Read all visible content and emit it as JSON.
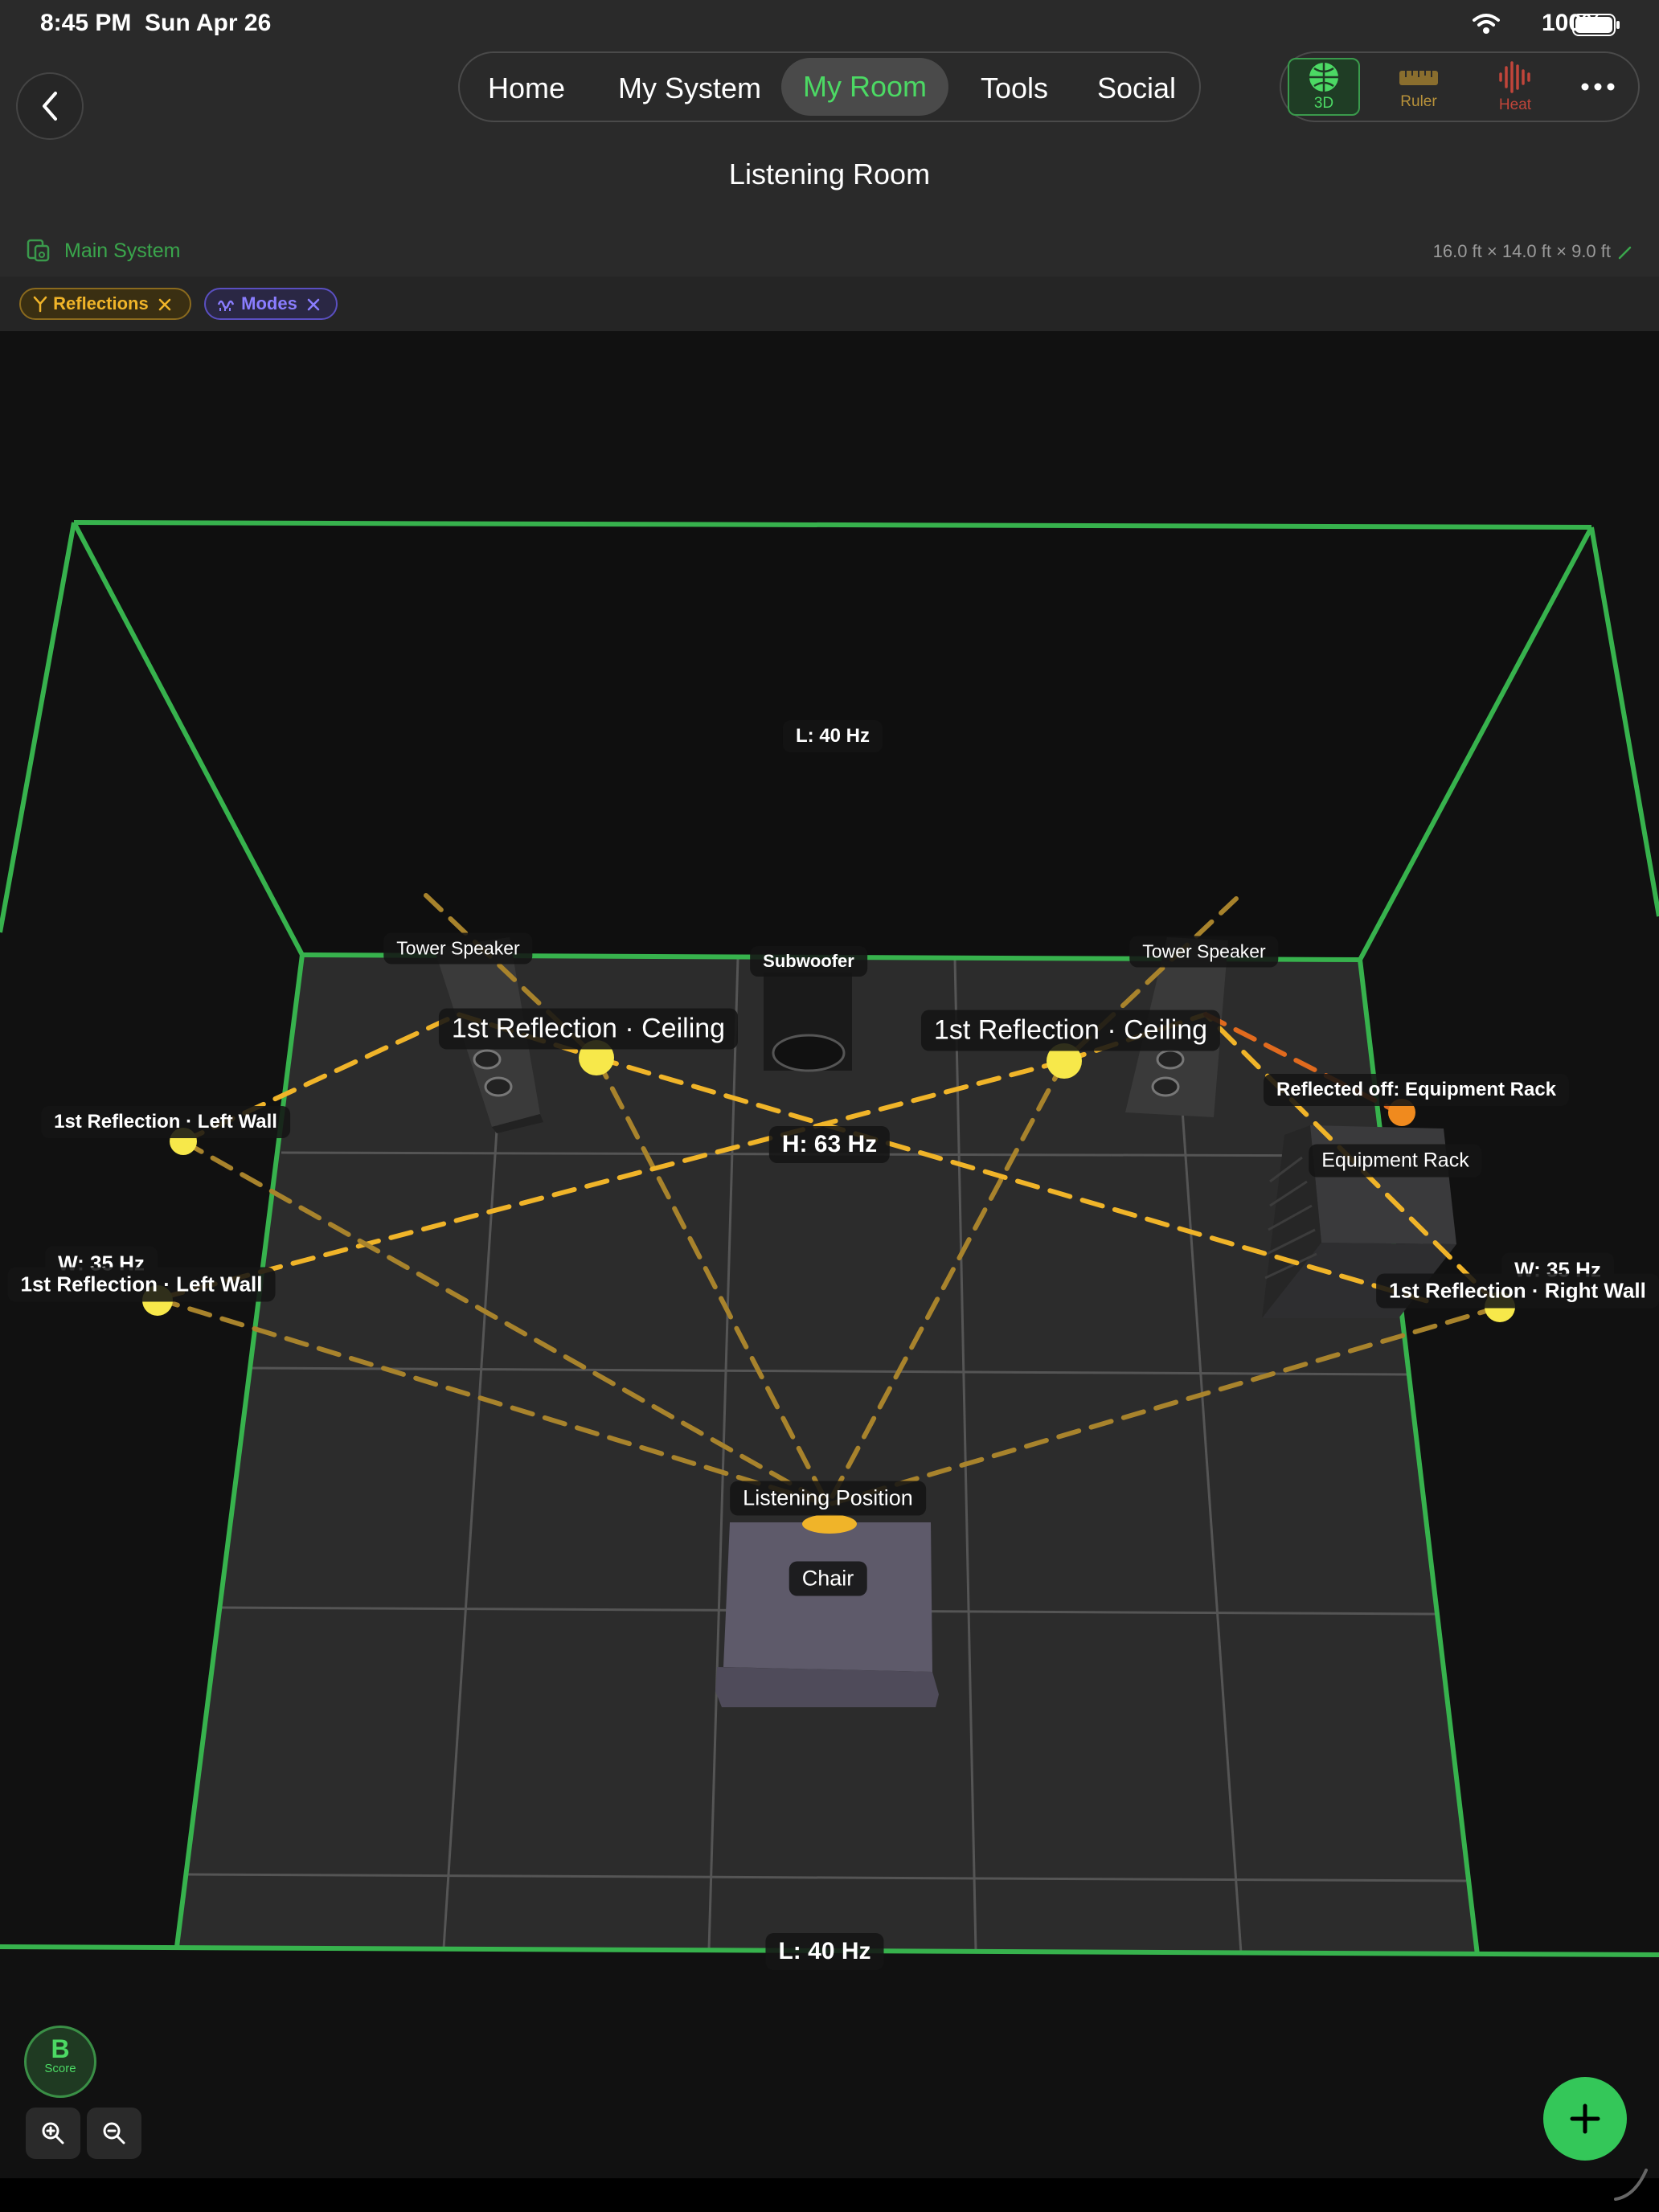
{
  "status_bar": {
    "time": "8:45 PM",
    "date": "Sun Apr 26",
    "battery": "100%"
  },
  "nav": {
    "tabs": [
      {
        "label": "Home",
        "active": false
      },
      {
        "label": "My System",
        "active": false
      },
      {
        "label": "My Room",
        "active": true
      },
      {
        "label": "Tools",
        "active": false
      },
      {
        "label": "Social",
        "active": false
      }
    ]
  },
  "tools": [
    {
      "label": "3D",
      "icon": "globe-icon",
      "color": "#4cd964",
      "active": true
    },
    {
      "label": "Ruler",
      "icon": "ruler-icon",
      "color": "#b8923a",
      "active": false
    },
    {
      "label": "Heat",
      "icon": "waveform-icon",
      "color": "#c0453a",
      "active": false
    }
  ],
  "page_title": "Listening Room",
  "system": {
    "name": "Main System",
    "dimensions": "16.0 ft × 14.0 ft × 9.0 ft"
  },
  "filters": [
    {
      "label": "Reflections",
      "color": "#f0b429",
      "icon": "reflection-icon"
    },
    {
      "label": "Modes",
      "color": "#8a7dff",
      "icon": "modes-icon"
    }
  ],
  "scene": {
    "mode_labels": {
      "top": "L: 40 Hz",
      "height": "H: 63 Hz",
      "bottom": "L: 40 Hz",
      "width_left": "W: 35 Hz",
      "width_right": "W: 35 Hz"
    },
    "objects": {
      "tower_left": "Tower Speaker",
      "tower_right": "Tower Speaker",
      "subwoofer": "Subwoofer",
      "equipment_rack": "Equipment Rack",
      "chair": "Chair",
      "listening_position": "Listening Position"
    },
    "reflections": {
      "ceiling_left": "1st Reflection · Ceiling",
      "ceiling_right": "1st Reflection · Ceiling",
      "left_wall_upper": "1st Reflection · Left Wall",
      "left_wall_lower": "1st Reflection · Left Wall",
      "right_wall": "1st Reflection · Right Wall",
      "equipment": "Reflected off: Equipment Rack"
    }
  },
  "score": {
    "grade": "B",
    "label": "Score"
  }
}
